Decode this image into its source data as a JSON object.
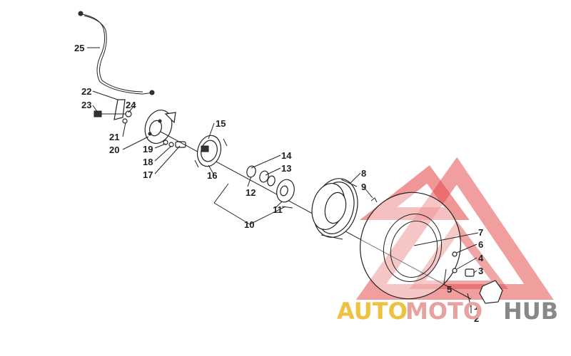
{
  "callouts": [
    {
      "id": "c25",
      "text": "25"
    },
    {
      "id": "c22",
      "text": "22"
    },
    {
      "id": "c23",
      "text": "23"
    },
    {
      "id": "c24",
      "text": "24"
    },
    {
      "id": "c21",
      "text": "21"
    },
    {
      "id": "c20",
      "text": "20"
    },
    {
      "id": "c19",
      "text": "19"
    },
    {
      "id": "c18",
      "text": "18"
    },
    {
      "id": "c17",
      "text": "17"
    },
    {
      "id": "c15",
      "text": "15"
    },
    {
      "id": "c16",
      "text": "16"
    },
    {
      "id": "c14",
      "text": "14"
    },
    {
      "id": "c13",
      "text": "13"
    },
    {
      "id": "c12",
      "text": "12"
    },
    {
      "id": "c11",
      "text": "11"
    },
    {
      "id": "c10",
      "text": "10"
    },
    {
      "id": "c8",
      "text": "8"
    },
    {
      "id": "c9",
      "text": "9"
    },
    {
      "id": "c7",
      "text": "7"
    },
    {
      "id": "c6",
      "text": "6"
    },
    {
      "id": "c4",
      "text": "4"
    },
    {
      "id": "c3",
      "text": "3"
    },
    {
      "id": "c5",
      "text": "5"
    },
    {
      "id": "c1",
      "text": "1"
    },
    {
      "id": "c2",
      "text": "2"
    }
  ],
  "watermark": {
    "part1": "AUTO",
    "part2": "MOTO",
    "part3": "HUB",
    "colors": {
      "auto": "#f0c040",
      "moto": "#e8a0a0",
      "hub": "#888888",
      "triangle": "#e03030"
    }
  }
}
